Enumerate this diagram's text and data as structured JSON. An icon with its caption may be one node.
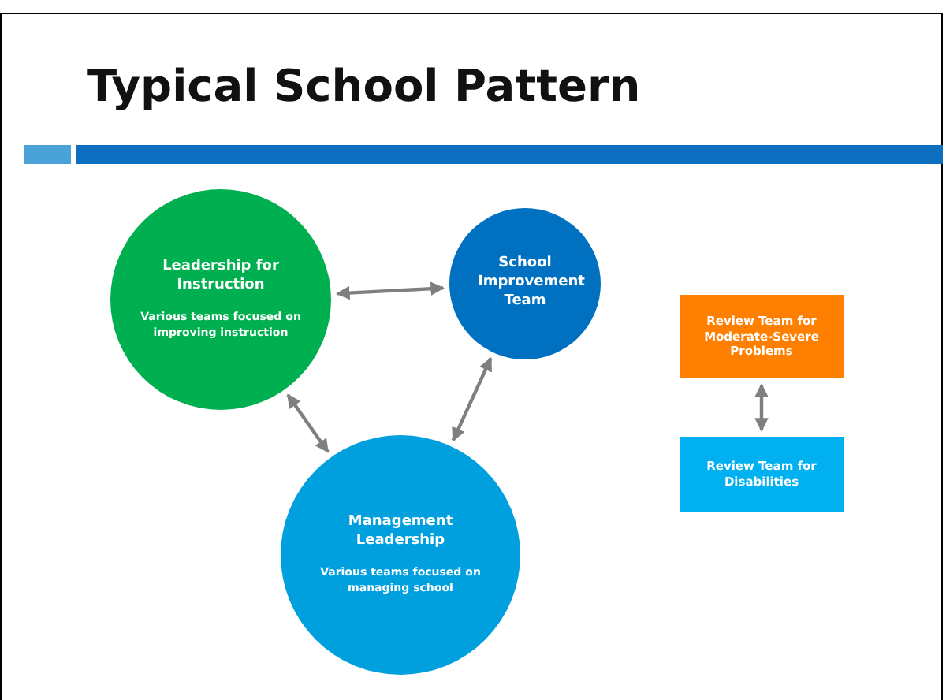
{
  "diagram": {
    "title": "Typical School Pattern",
    "nodes": [
      {
        "text": [
          "Leadership for Instruction",
          "Various teams focused on improving instruction"
        ]
      },
      {
        "text": [
          "School Improvement Team"
        ]
      },
      {
        "text": [
          "Management Leadership",
          "Various teams focused on managing school"
        ]
      },
      {
        "text": [
          "Review Team for Moderate-Severe Problems"
        ]
      },
      {
        "text": [
          "Review Team for Disabilities"
        ]
      }
    ],
    "edges": [
      {
        "from": 0,
        "to": 1,
        "arrow": "both"
      },
      {
        "from": 0,
        "to": 2,
        "arrow": "both"
      },
      {
        "from": 1,
        "to": 2,
        "arrow": "both"
      },
      {
        "from": 3,
        "to": 4,
        "arrow": "both"
      }
    ]
  }
}
